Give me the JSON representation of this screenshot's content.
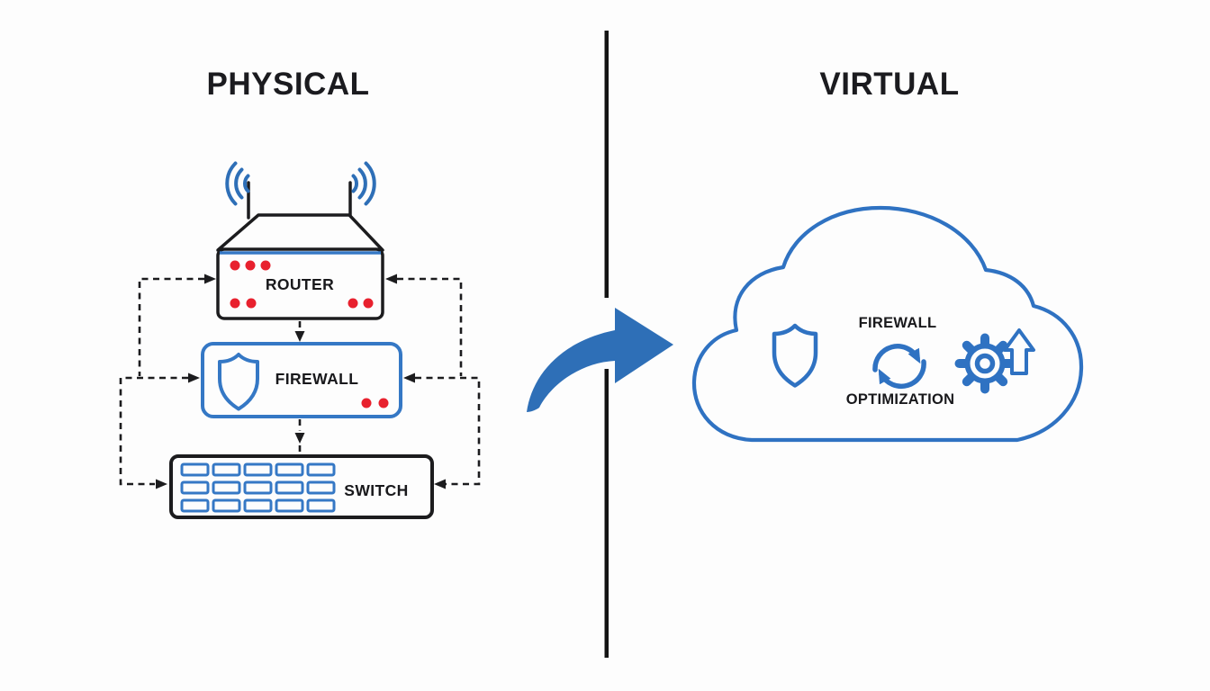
{
  "titles": {
    "physical": "PHYSICAL",
    "virtual": "VIRTUAL"
  },
  "physical": {
    "router_label": "ROUTER",
    "firewall_label": "FIREWALL",
    "switch_label": "SWITCH"
  },
  "virtual": {
    "firewall_label": "FIREWALL",
    "optimization_label": "OPTIMIZATION"
  },
  "icons": {
    "router": "wifi-router-icon",
    "physical_firewall": "shield-icon",
    "switch": "switch-ports-icon",
    "transform": "curved-arrow-right-icon",
    "cloud": "cloud-icon",
    "virtual_shield": "shield-icon",
    "optimization": "sync-arrows-icon",
    "upgrade": "gear-up-arrow-icon"
  },
  "colors": {
    "accent_blue": "#2E6FB7",
    "outline_blue": "#3578C5",
    "status_red": "#E8212E",
    "line_black": "#1C1C1E",
    "background": "#FDFDFD"
  }
}
